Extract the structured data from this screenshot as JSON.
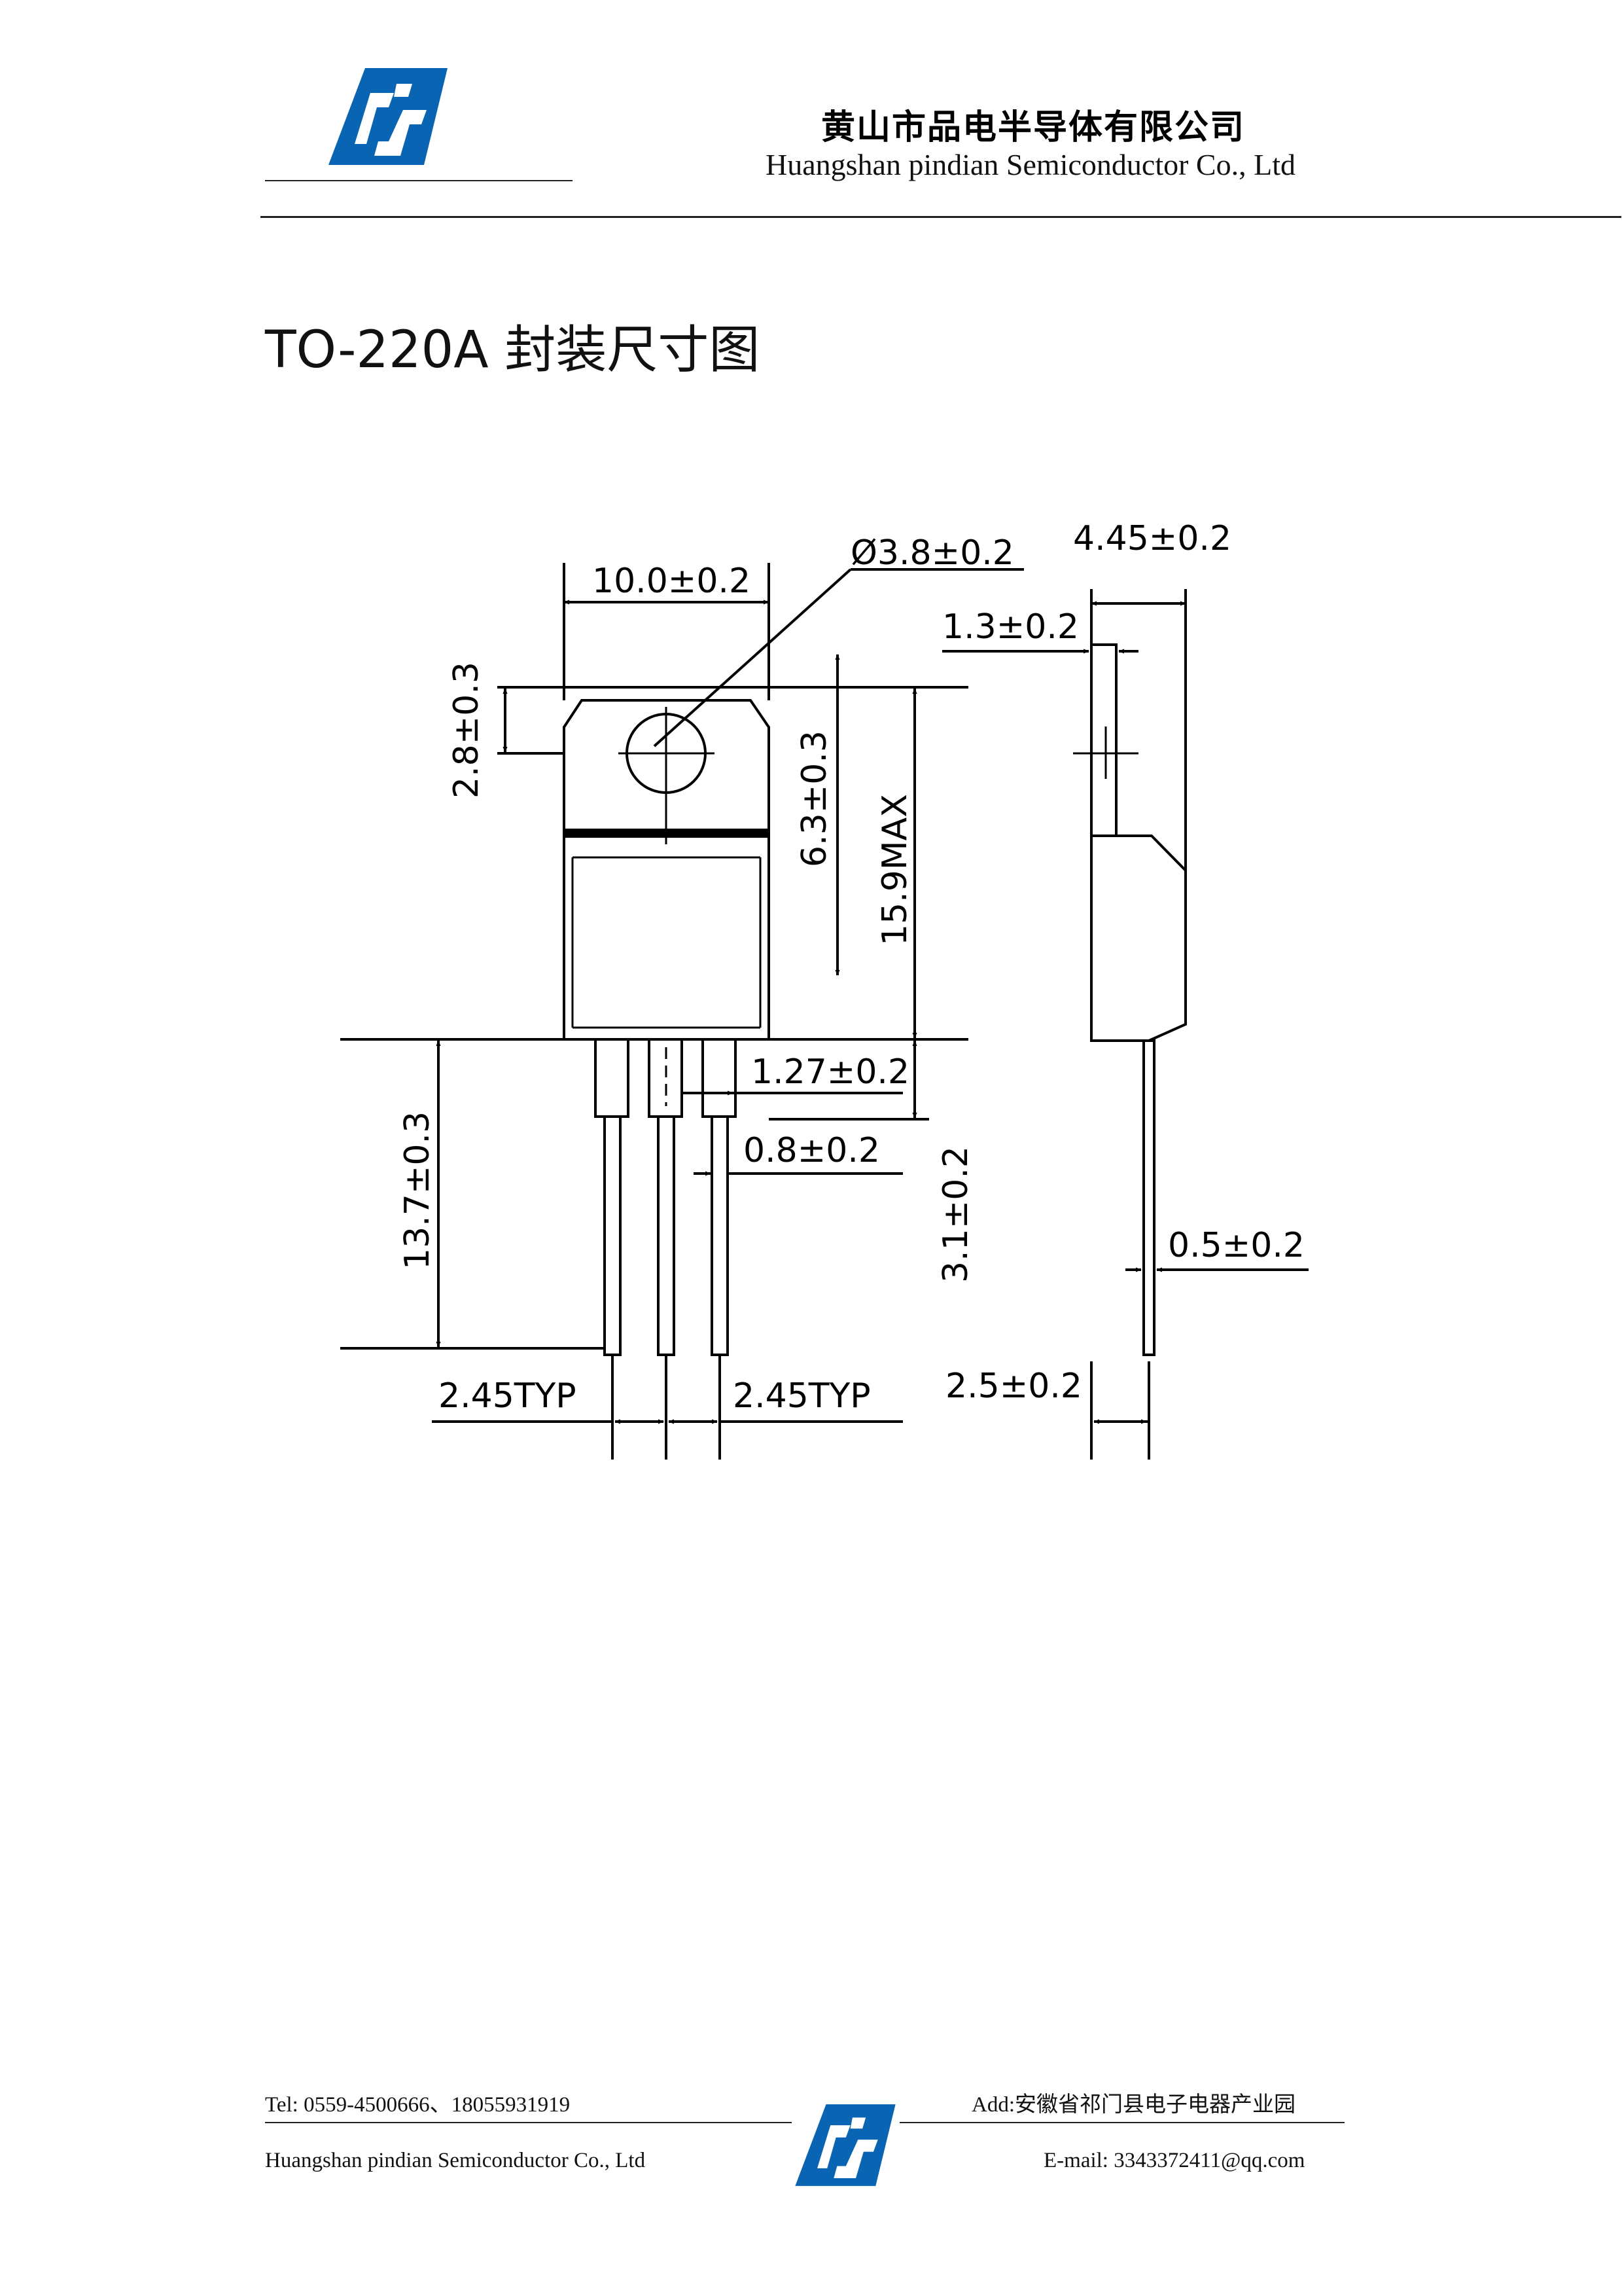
{
  "header": {
    "company_cn": "黄山市品电半导体有限公司",
    "company_en": "Huangshan  pindian Semiconductor Co., Ltd",
    "brand_color": "#0a64b4"
  },
  "page_title": "TO-220A 封装尺寸图",
  "dimensions": {
    "body_width": "10.0±0.2",
    "hole_diameter": "Ø3.8±0.2",
    "side_thickness": "4.45±0.2",
    "tab_thickness": "1.3±0.2",
    "hole_offset": "2.8±0.3",
    "hole_to_body": "6.3±0.3",
    "package_height": "15.9MAX",
    "lead_length": "13.7±0.3",
    "lead_shoulder_width": "1.27±0.2",
    "lead_width": "0.8±0.2",
    "shoulder_length": "3.1±0.2",
    "lead_thickness": "0.5±0.2",
    "pitch_left": "2.45TYP",
    "pitch_right": "2.45TYP",
    "lead_offset": "2.5±0.2"
  },
  "footer": {
    "tel": "Tel: 0559-4500666、18055931919",
    "address": "Add:安徽省祁门县电子电器产业园",
    "company_en": "Huangshan  pindian Semiconductor Co., Ltd",
    "email": "E-mail: 3343372411@qq.com"
  }
}
